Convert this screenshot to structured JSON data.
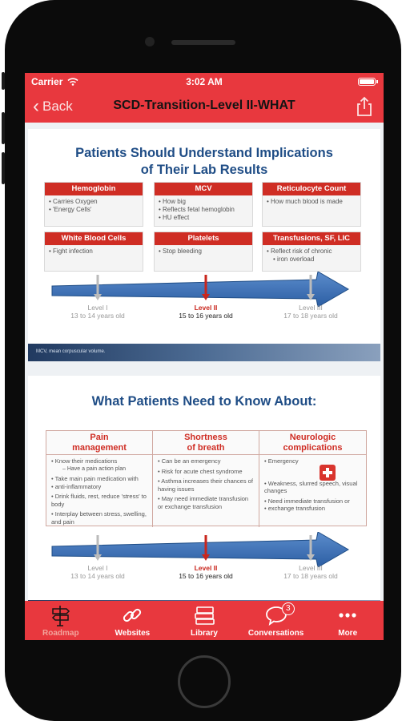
{
  "status": {
    "carrier": "Carrier",
    "time": "3:02 AM"
  },
  "nav": {
    "back_label": "Back",
    "title": "SCD-Transition-Level II-WHAT"
  },
  "slide1": {
    "title_line1": "Patients Should Understand Implications",
    "title_line2": "of Their Lab Results",
    "cards": [
      {
        "header": "Hemoglobin",
        "bullets": [
          "Carries Oxygen",
          "'Energy Cells'"
        ]
      },
      {
        "header": "MCV",
        "bullets": [
          "How big",
          "Reflects fetal hemoglobin",
          "HU effect"
        ]
      },
      {
        "header": "Reticulocyte Count",
        "bullets": [
          "How much blood is made"
        ]
      },
      {
        "header": "White Blood Cells",
        "bullets": [
          "Fight infection"
        ]
      },
      {
        "header": "Platelets",
        "bullets": [
          "Stop bleeding"
        ]
      },
      {
        "header": "Transfusions, SF, LIC",
        "bullets": [
          "Reflect risk of chronic",
          "iron overload"
        ]
      }
    ],
    "footnote": "MCV, mean corpuscular volume."
  },
  "levels": [
    {
      "name": "Level I",
      "ages": "13 to 14 years old"
    },
    {
      "name": "Level II",
      "ages": "15 to 16 years old"
    },
    {
      "name": "Level III",
      "ages": "17 to 18 years old"
    }
  ],
  "slide2": {
    "title": "What Patients Need to Know About:",
    "columns": [
      {
        "h1": "Pain",
        "h2": "management",
        "items": [
          "Know their medications",
          "Have a pain action plan",
          "Take main pain medication with",
          "anti-inflammatory",
          "Drink fluids, rest, reduce 'stress' to body",
          "Interplay between stress, swelling, and pain"
        ]
      },
      {
        "h1": "Shortness",
        "h2": "of breath",
        "items": [
          "Can be an emergency",
          "Risk for acute chest syndrome",
          "Asthma increases their chances of having issues",
          "May need immediate transfusion or exchange transfusion"
        ]
      },
      {
        "h1": "Neurologic",
        "h2": "complications",
        "items": [
          "Emergency",
          "Weakness, slurred speech, visual changes",
          "Need immediate transfusion or",
          "exchange transfusion"
        ]
      }
    ]
  },
  "tabs": [
    {
      "label": "Roadmap",
      "icon": "signpost-icon"
    },
    {
      "label": "Websites",
      "icon": "link-icon"
    },
    {
      "label": "Library",
      "icon": "books-icon"
    },
    {
      "label": "Conversations",
      "icon": "chat-bubble-icon",
      "badge": "3"
    },
    {
      "label": "More",
      "icon": "more-dots-icon"
    }
  ],
  "colors": {
    "accent": "#e8383e",
    "slide_red": "#cf2d24",
    "slide_blue": "#1f4d86"
  }
}
